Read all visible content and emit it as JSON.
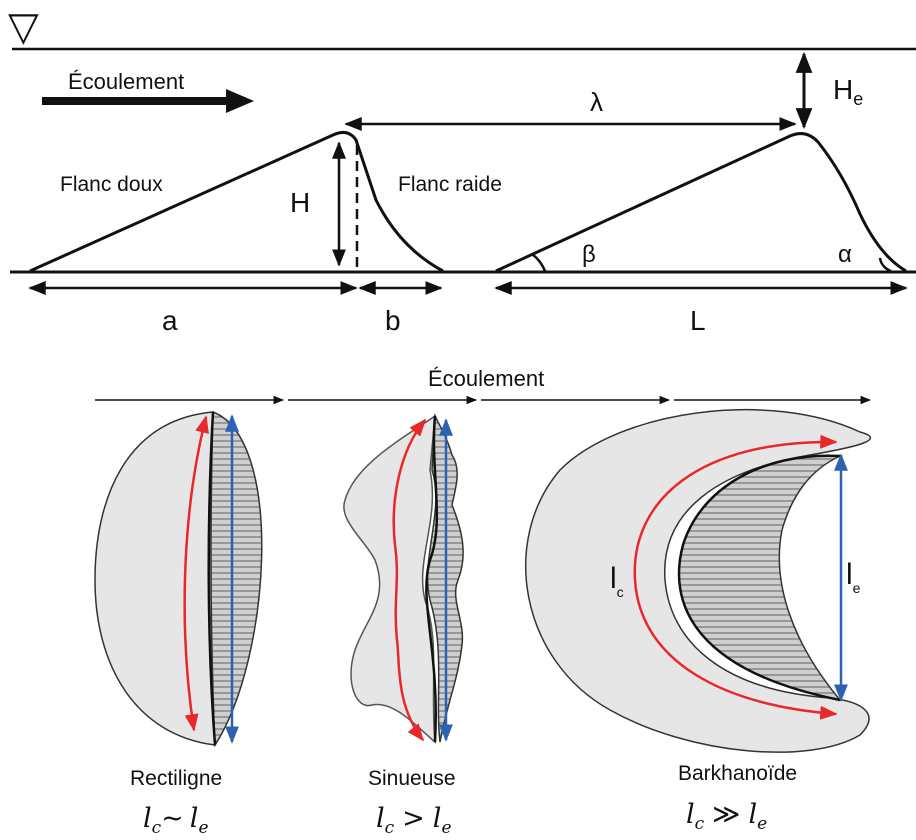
{
  "profile": {
    "water_symbol": "▽",
    "flow_label": "Écoulement",
    "gentle_flank": "Flanc doux",
    "steep_flank": "Flanc raide",
    "height": "H",
    "water_depth": "H",
    "water_depth_sub": "e",
    "wavelength": "λ",
    "angle_beta": "β",
    "angle_alpha": "α",
    "length_a": "a",
    "length_b": "b",
    "length_L": "L"
  },
  "planform": {
    "flow_label": "Écoulement",
    "crest_length": "l",
    "crest_length_sub": "c",
    "span_length": "l",
    "span_length_sub": "e",
    "shapes": [
      {
        "name": "Rectiligne",
        "l1": "l",
        "s1": "c",
        "op": "~",
        "l2": "l",
        "s2": "e"
      },
      {
        "name": "Sinueuse",
        "l1": "l",
        "s1": "c",
        "op": ">",
        "l2": "l",
        "s2": "e"
      },
      {
        "name": "Barkhanoïde",
        "l1": "l",
        "s1": "c",
        "op": "≫",
        "l2": "l",
        "s2": "e"
      }
    ]
  },
  "colors": {
    "crest_arrow": "#e8282b",
    "span_arrow": "#2d62b0",
    "bedform_fill": "#e6e6e6",
    "lee_fill": "#c9c9c9"
  }
}
